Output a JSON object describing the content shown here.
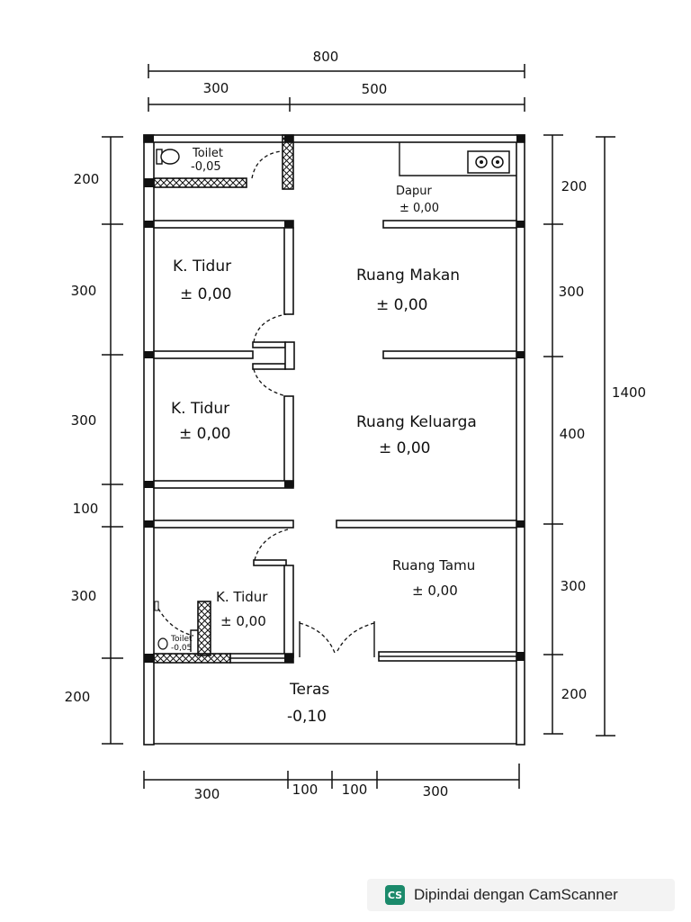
{
  "dimensions": {
    "top_total": "800",
    "top_left": "300",
    "top_right": "500",
    "left_1": "200",
    "left_2": "300",
    "left_3": "300",
    "left_4": "100",
    "left_5": "300",
    "left_6": "200",
    "right_1": "200",
    "right_2": "300",
    "right_3": "400",
    "right_4": "300",
    "right_5": "200",
    "right_total": "1400",
    "bottom_1": "300",
    "bottom_2": "100",
    "bottom_3": "100",
    "bottom_4": "300"
  },
  "rooms": {
    "toilet_top": {
      "name": "Toilet",
      "level": "-0,05"
    },
    "dapur": {
      "name": "Dapur",
      "level": "± 0,00"
    },
    "kt1": {
      "name": "K. Tidur",
      "level": "± 0,00"
    },
    "ruang_makan": {
      "name": "Ruang Makan",
      "level": "± 0,00"
    },
    "kt2": {
      "name": "K. Tidur",
      "level": "± 0,00"
    },
    "ruang_keluarga": {
      "name": "Ruang Keluarga",
      "level": "± 0,00"
    },
    "ruang_tamu": {
      "name": "Ruang Tamu",
      "level": "± 0,00"
    },
    "kt3": {
      "name": "K. Tidur",
      "level": "± 0,00"
    },
    "toilet_small": {
      "name": "Toilet",
      "level": "-0,05"
    },
    "teras": {
      "name": "Teras",
      "level": "-0,10"
    }
  },
  "watermark": {
    "icon_text": "CS",
    "text": "Dipindai dengan CamScanner"
  }
}
